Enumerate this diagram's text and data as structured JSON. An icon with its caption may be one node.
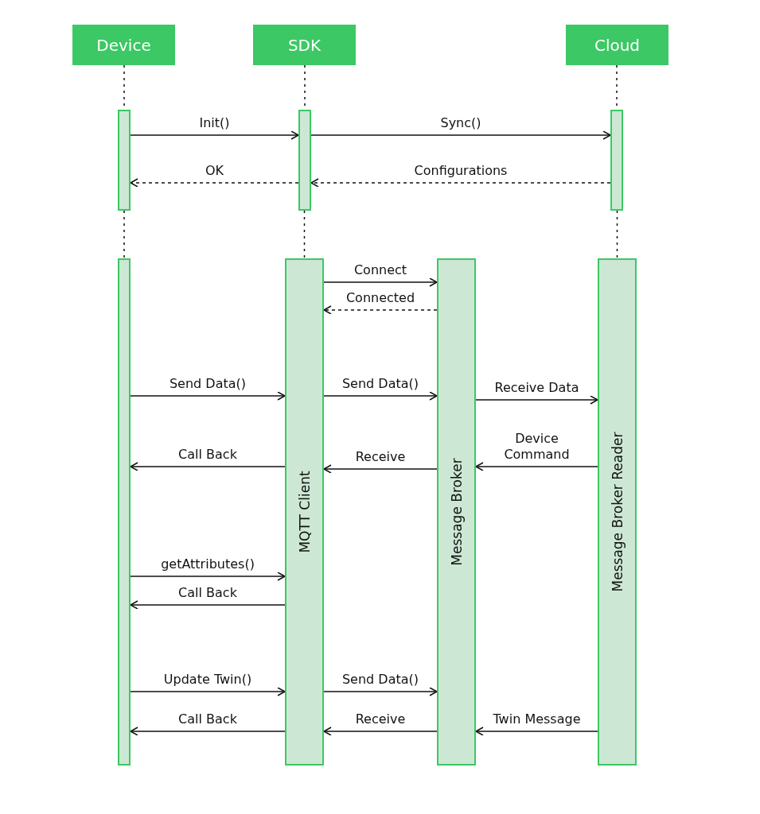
{
  "diagram": {
    "nodes": [
      {
        "text": [
          "Device"
        ]
      },
      {
        "text": [
          "SDK"
        ]
      },
      {
        "text": [
          "Cloud"
        ]
      },
      {
        "text": [],
        "shape": "bar"
      },
      {
        "text": [],
        "shape": "bar"
      },
      {
        "text": [],
        "shape": "bar"
      },
      {
        "text": [],
        "shape": "bar"
      },
      {
        "text": [
          "MQTT Client"
        ]
      },
      {
        "text": [
          "Message Broker"
        ]
      },
      {
        "text": [
          "Message Broker Reader"
        ]
      }
    ],
    "edges": [
      {
        "from": 0,
        "to": 3,
        "arrow": "none",
        "style": "dashed"
      },
      {
        "from": 1,
        "to": 4,
        "arrow": "none",
        "style": "dashed"
      },
      {
        "from": 2,
        "to": 5,
        "arrow": "none",
        "style": "dashed"
      },
      {
        "from": 3,
        "to": 4,
        "arrow": "to",
        "label": "Init()"
      },
      {
        "from": 4,
        "to": 5,
        "arrow": "to",
        "label": "Sync()"
      },
      {
        "from": 4,
        "to": 3,
        "arrow": "to",
        "label": "OK",
        "style": "dashed"
      },
      {
        "from": 5,
        "to": 4,
        "arrow": "to",
        "label": "Configurations",
        "style": "dashed"
      },
      {
        "from": 3,
        "to": 6,
        "arrow": "none",
        "style": "dashed"
      },
      {
        "from": 4,
        "to": 7,
        "arrow": "none",
        "style": "dashed"
      },
      {
        "from": 5,
        "to": 9,
        "arrow": "none",
        "style": "dashed"
      },
      {
        "from": 7,
        "to": 8,
        "arrow": "to",
        "label": "Connect"
      },
      {
        "from": 8,
        "to": 7,
        "arrow": "to",
        "label": "Connected",
        "style": "dashed"
      },
      {
        "from": 6,
        "to": 7,
        "arrow": "to",
        "label": "Send Data()"
      },
      {
        "from": 7,
        "to": 8,
        "arrow": "to",
        "label": "Send Data()"
      },
      {
        "from": 8,
        "to": 9,
        "arrow": "to",
        "label": "Receive Data"
      },
      {
        "from": 7,
        "to": 6,
        "arrow": "to",
        "label": "Call Back"
      },
      {
        "from": 8,
        "to": 7,
        "arrow": "to",
        "label": "Receive"
      },
      {
        "from": 9,
        "to": 8,
        "arrow": "to",
        "label": "Device Command"
      },
      {
        "from": 6,
        "to": 7,
        "arrow": "to",
        "label": "getAttributes()"
      },
      {
        "from": 7,
        "to": 6,
        "arrow": "to",
        "label": "Call Back"
      },
      {
        "from": 6,
        "to": 7,
        "arrow": "to",
        "label": "Update Twin()"
      },
      {
        "from": 7,
        "to": 8,
        "arrow": "to",
        "label": "Send Data()"
      },
      {
        "from": 7,
        "to": 6,
        "arrow": "to",
        "label": "Call Back"
      },
      {
        "from": 8,
        "to": 7,
        "arrow": "to",
        "label": "Receive"
      },
      {
        "from": 9,
        "to": 8,
        "arrow": "to",
        "label": "Twin Message"
      }
    ]
  }
}
